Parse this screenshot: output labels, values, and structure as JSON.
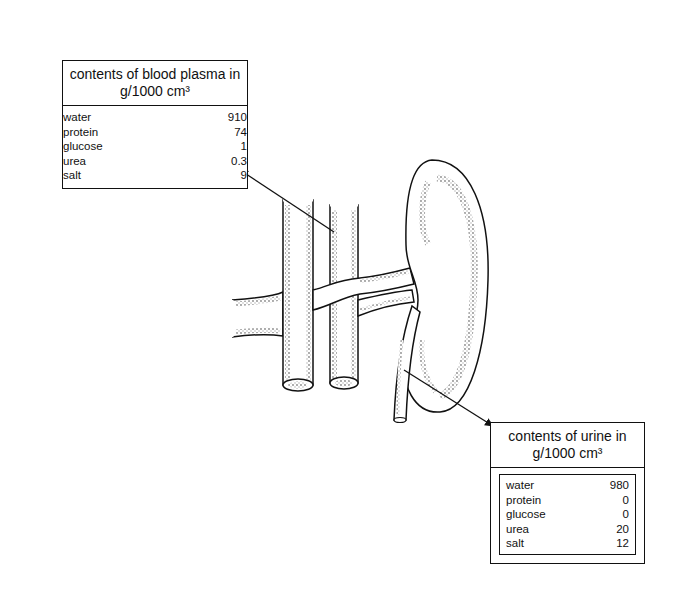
{
  "diagram": {
    "nodes": [
      {
        "text": [
          "contents of blood plasma in g/1000 cm³",
          "water",
          "910",
          "protein",
          "74",
          "glucose",
          "1",
          "urea",
          "0.3",
          "salt",
          "9"
        ]
      },
      {
        "text": [
          "contents of urine in g/1000 cm³",
          "water",
          "980",
          "protein",
          "0",
          "glucose",
          "0",
          "urea",
          "20",
          "salt",
          "12"
        ]
      }
    ]
  }
}
